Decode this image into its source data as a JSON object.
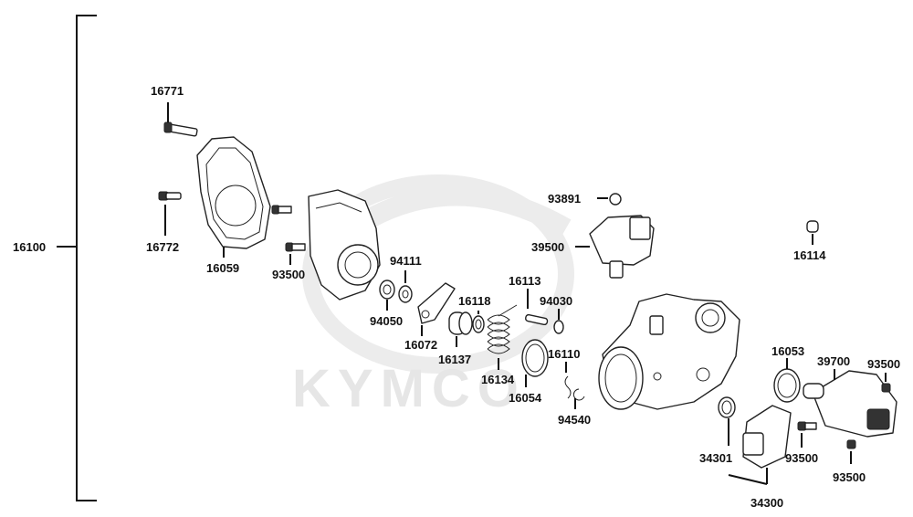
{
  "watermark": {
    "brand": "KYMCO"
  },
  "assembly": {
    "label": "16100"
  },
  "labels": {
    "p16771": "16771",
    "p16772": "16772",
    "p16059": "16059",
    "p93500a": "93500",
    "p94111": "94111",
    "p94050": "94050",
    "p16072": "16072",
    "p16118": "16118",
    "p16137": "16137",
    "p16113": "16113",
    "p94030": "94030",
    "p16134": "16134",
    "p16110": "16110",
    "p16054": "16054",
    "p94540": "94540",
    "p93891": "93891",
    "p39500": "39500",
    "p16114": "16114",
    "p16053": "16053",
    "p39700": "39700",
    "p93500b": "93500",
    "p93500c": "93500",
    "p93500d": "93500",
    "p34301": "34301",
    "p34300": "34300"
  }
}
